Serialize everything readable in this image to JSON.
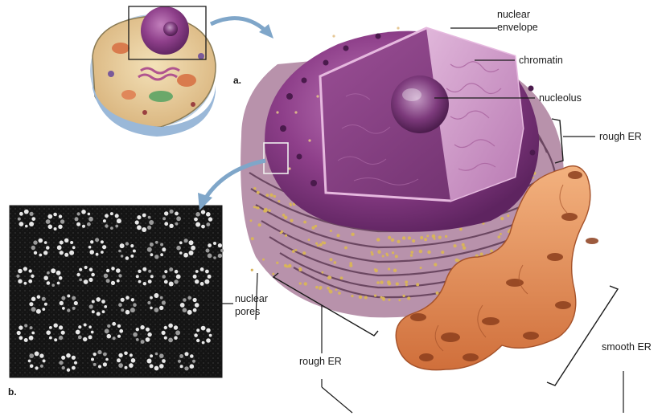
{
  "panels": {
    "a": "a.",
    "b": "b."
  },
  "labels": {
    "nuclear_envelope_1": "nuclear",
    "nuclear_envelope_2": "envelope",
    "chromatin": "chromatin",
    "nucleolus": "nucleolus",
    "rough_er_top": "rough ER",
    "nuclear_pores_1": "nuclear",
    "nuclear_pores_2": "pores",
    "rough_er_bottom": "rough ER",
    "smooth_er": "smooth ER"
  },
  "colors": {
    "nucleus": "#8e3f8a",
    "nucleus_inner": "#a8599f",
    "chromatin": "#d6a2cf",
    "nucleolus": "#6d2f6d",
    "rough_er": "#9c6b8a",
    "ribosome": "#d8b45a",
    "smooth_er": "#e8925a",
    "micrograph_bg": "#111111"
  }
}
